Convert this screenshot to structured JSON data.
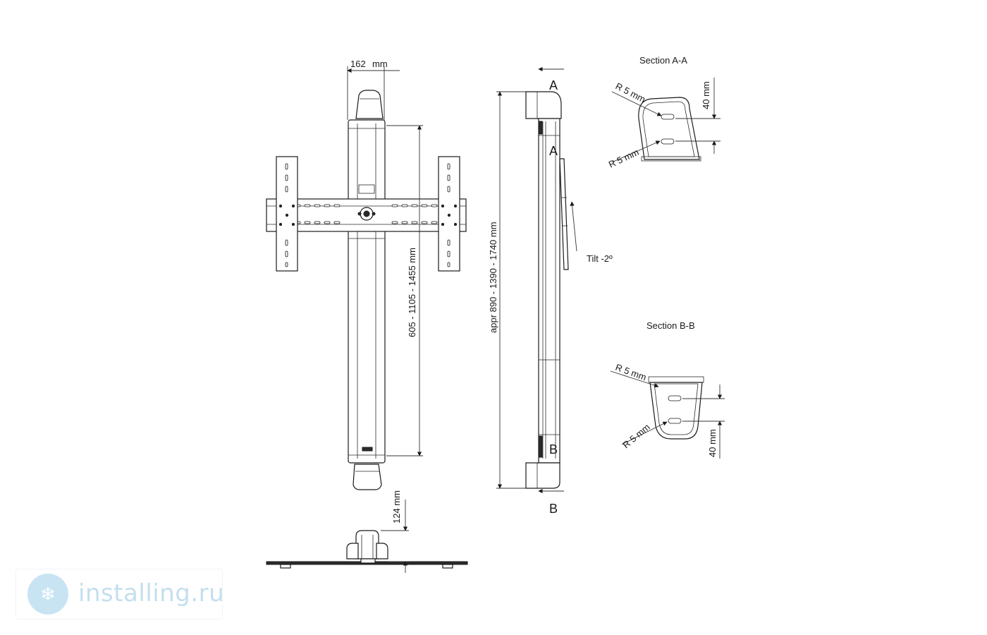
{
  "front_view": {
    "width_dim": "162",
    "width_unit": "mm",
    "height_dim": "605 - 1105 - 1455 mm",
    "base_dim": "124 mm"
  },
  "side_view": {
    "height_dim": "appr 890 - 1390 - 1740 mm",
    "tilt_label": "Tilt -2º",
    "cut_a_top": "A",
    "cut_a_mid": "A",
    "cut_b_mid": "B",
    "cut_b_bottom": "B"
  },
  "section_a": {
    "title": "Section A-A",
    "radius_top": "R 5 mm",
    "radius_bottom": "R 5 mm",
    "depth": "40 mm"
  },
  "section_b": {
    "title": "Section B-B",
    "radius_top": "R 5 mm",
    "radius_bottom": "R 5 mm",
    "depth": "40 mm"
  },
  "watermark": {
    "logo_icon": "gear-snowflake-icon",
    "text": "installing.ru",
    "color": "#c3dfee"
  }
}
